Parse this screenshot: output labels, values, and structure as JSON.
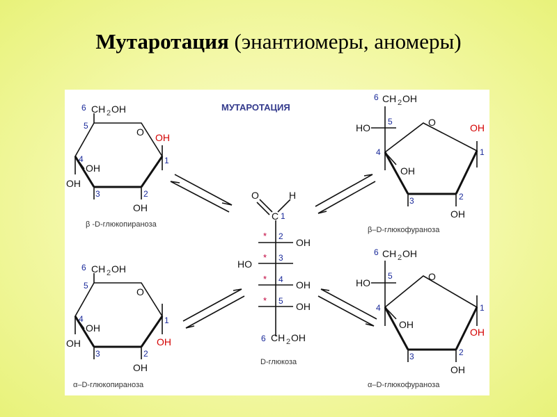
{
  "slide": {
    "title_bold": "Мутаротация",
    "title_rest": "(энантиомеры, аномеры)"
  },
  "diagram": {
    "heading": "МУТАРОТАЦИЯ",
    "labels": {
      "oh": "OH",
      "ho": "HO",
      "o": "O",
      "h": "H",
      "c": "C",
      "ch2": "CH",
      "sub2": "2",
      "star": "*"
    },
    "numbers": [
      "1",
      "2",
      "3",
      "4",
      "5",
      "6"
    ],
    "captions": {
      "beta_pyranose": "β -D-глюкопираноза",
      "alpha_pyranose": "α–D-глюкопираноза",
      "beta_furanose": "β–D-глюкофураноза",
      "alpha_furanose": "α–D-глюкофураноза",
      "open_chain": "D-глюкоза"
    }
  },
  "colors": {
    "background": "#f3f8a6",
    "red_label": "#d40000",
    "number_blue": "#1a2a9a",
    "heading": "#333a8c"
  }
}
